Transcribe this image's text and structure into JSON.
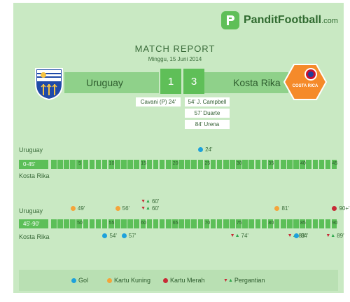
{
  "brand": {
    "name": "PanditFootball",
    "suffix": ".com"
  },
  "report": {
    "title": "MATCH REPORT",
    "date": "Minggu, 15 Juni 2014"
  },
  "home": {
    "name": "Uruguay",
    "score": "1",
    "scorers": [
      "Cavani (P) 24'"
    ]
  },
  "away": {
    "name": "Kosta Rika",
    "score": "3",
    "badge_text": "COSTA RICA",
    "scorers": [
      "54' J. Campbell",
      "57' Duarte",
      "84' Urena"
    ]
  },
  "first_half": {
    "label": "0-45'",
    "team_top": "Uruguay",
    "team_bottom": "Kosta Rika",
    "ticks": [
      "5",
      "10",
      "15",
      "20",
      "25",
      "30",
      "35",
      "40",
      "45"
    ],
    "home_events": [
      {
        "type": "goal",
        "minute": 24,
        "label": "24'"
      }
    ],
    "away_events": []
  },
  "second_half": {
    "label": "45'-90'",
    "team_top": "Uruguay",
    "team_bottom": "Kosta Rika",
    "ticks": [
      "50",
      "55",
      "60",
      "65",
      "70",
      "75",
      "80",
      "85",
      "90"
    ],
    "home_events": [
      {
        "type": "yellow",
        "minute": 49,
        "label": "49'"
      },
      {
        "type": "yellow",
        "minute": 56,
        "label": "56'"
      },
      {
        "type": "sub",
        "minute": 60,
        "label": "60'"
      },
      {
        "type": "sub",
        "minute": 60,
        "label": "60'"
      },
      {
        "type": "yellow",
        "minute": 81,
        "label": "81'"
      },
      {
        "type": "red",
        "minute": 90,
        "label": "90+'"
      }
    ],
    "away_events": [
      {
        "type": "goal",
        "minute": 54,
        "label": "54'"
      },
      {
        "type": "goal",
        "minute": 57,
        "label": "57'"
      },
      {
        "type": "sub",
        "minute": 74,
        "label": "74'"
      },
      {
        "type": "sub",
        "minute": 83,
        "label": "83'"
      },
      {
        "type": "goal",
        "minute": 84,
        "label": "84'"
      },
      {
        "type": "sub",
        "minute": 89,
        "label": "89'"
      }
    ]
  },
  "legend": {
    "goal": "Gol",
    "yellow": "Kartu Kuning",
    "red": "Kartu Merah",
    "sub": "Pergantian"
  },
  "colors": {
    "green": "#5cbf58",
    "goal": "#1da1db",
    "yellow": "#f4a43a",
    "red": "#c72b36",
    "sub_in": "#2fa84d",
    "sub_out": "#c72b36"
  }
}
